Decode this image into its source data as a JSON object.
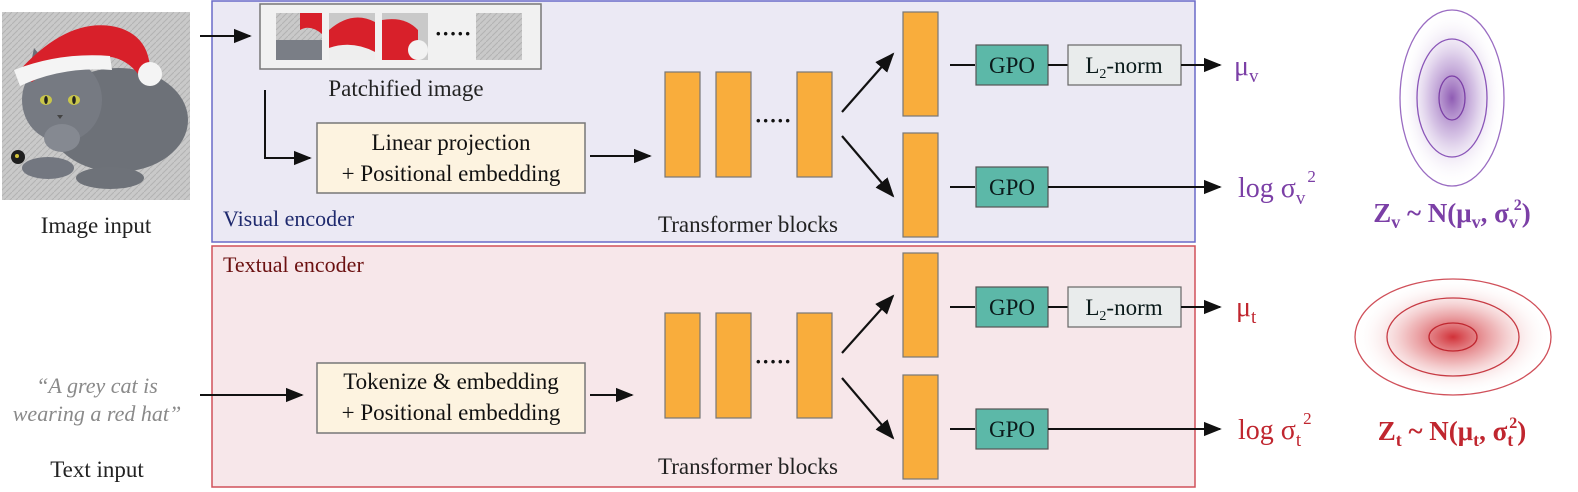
{
  "inputs": {
    "image_label": "Image input",
    "text_quote_line1": "“A grey cat is",
    "text_quote_line2": "wearing a red hat”",
    "text_label": "Text input"
  },
  "visual_encoder": {
    "title": "Visual encoder",
    "patch_label": "Patchified image",
    "patch_dots": "·····",
    "proj_line1": "Linear projection",
    "proj_line2": "+ Positional embedding",
    "blocks_label": "Transformer blocks",
    "blocks_dots": "·····",
    "gpo1": "GPO",
    "gpo2": "GPO",
    "norm": "L2-norm",
    "norm_main": "L",
    "norm_sub": "2",
    "norm_rest": "-norm",
    "mu": "μv",
    "mu_base": "μ",
    "mu_sub": "v",
    "logvar": "log σv²",
    "logvar_base": "log σ",
    "logvar_sub": "v",
    "logvar_sup": "2",
    "dist": "Zv ~ N(μv, σv²)",
    "dist_z": "Z",
    "dist_zsub": "v",
    "dist_n": " ~ N(μ",
    "dist_musub": "v",
    "dist_sig": ", σ",
    "dist_sigsub": "v",
    "dist_sigsup": "2",
    "dist_close": ")",
    "color_bg": "#ebe9f4",
    "color_border": "#6a6ac8",
    "color_accent": "#7b3fa6"
  },
  "textual_encoder": {
    "title": "Textual encoder",
    "tok_line1": "Tokenize & embedding",
    "tok_line2": "+ Positional embedding",
    "blocks_label": "Transformer blocks",
    "blocks_dots": "·····",
    "gpo1": "GPO",
    "gpo2": "GPO",
    "norm": "L2-norm",
    "norm_main": "L",
    "norm_sub": "2",
    "norm_rest": "-norm",
    "mu": "μt",
    "mu_base": "μ",
    "mu_sub": "t",
    "logvar": "log σt²",
    "logvar_base": "log σ",
    "logvar_sub": "t",
    "logvar_sup": "2",
    "dist": "Zt ~ N(μt, σt²)",
    "dist_z": "Z",
    "dist_zsub": "t",
    "dist_n": " ~ N(μ",
    "dist_musub": "t",
    "dist_sig": ", σ",
    "dist_sigsub": "t",
    "dist_sigsup": "2",
    "dist_close": ")",
    "color_bg": "#f7e7ea",
    "color_border": "#d0505a",
    "color_accent": "#c0262f"
  },
  "colors": {
    "block": "#f9ad3c",
    "gpo": "#5cb8a8",
    "norm": "#e9ecec",
    "proj": "#fdf3e0"
  }
}
